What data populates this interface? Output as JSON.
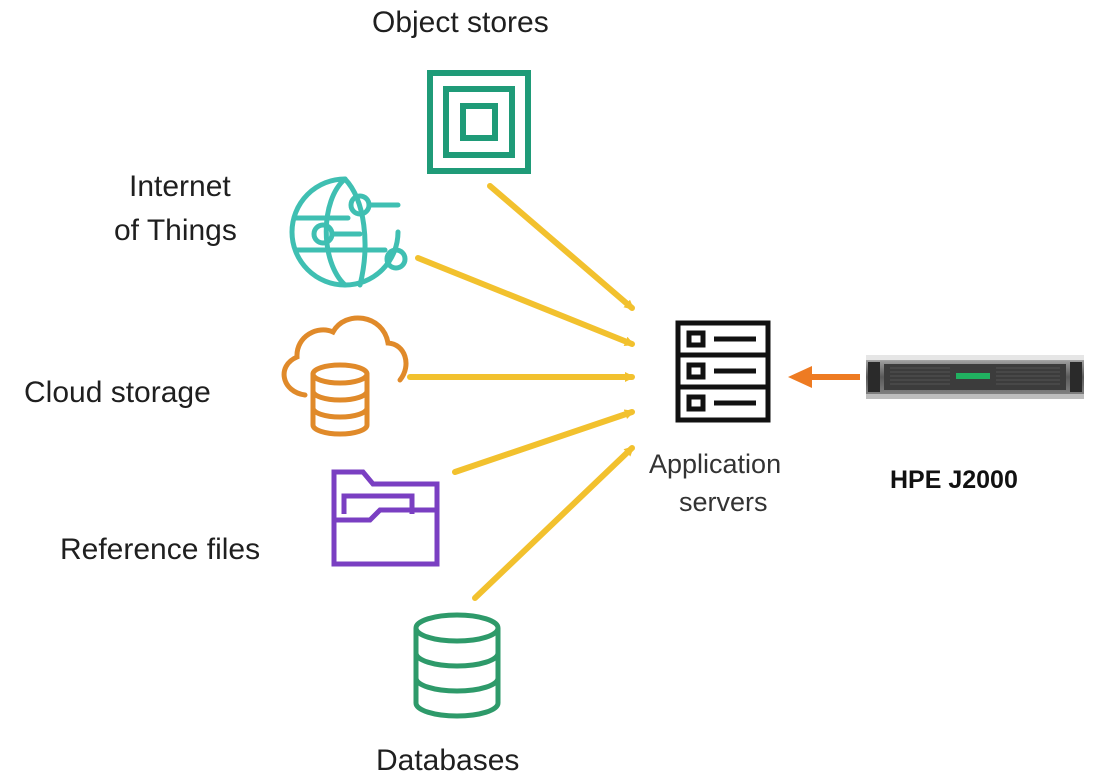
{
  "labels": {
    "object_stores": "Object stores",
    "iot_line1": "Internet",
    "iot_line2": "of Things",
    "cloud_storage": "Cloud storage",
    "reference_files": "Reference files",
    "databases": "Databases",
    "app_servers_line1": "Application",
    "app_servers_line2": "servers",
    "storage_product": "HPE J2000"
  },
  "icons": {
    "object_stores": "nested-squares-icon",
    "iot": "connected-globe-icon",
    "cloud_storage": "cloud-database-icon",
    "reference_files": "folder-icon",
    "databases": "database-icon",
    "app_servers": "server-rack-icon",
    "storage_product": "storage-array-image"
  },
  "colors": {
    "object_stores": "#1f9b78",
    "iot": "#3fbfb2",
    "cloud_storage": "#e08a2a",
    "reference_files": "#7a3fc2",
    "databases": "#2e9a6a",
    "data_arrows": "#f2c12e",
    "storage_arrow": "#ee7b22"
  }
}
